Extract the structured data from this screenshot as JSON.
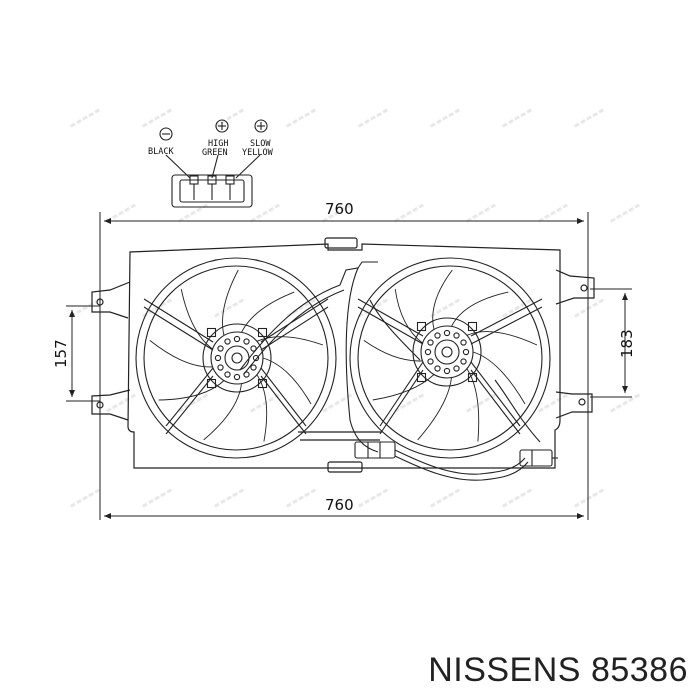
{
  "connector": {
    "pins": [
      {
        "symbol": "minus",
        "line1": "",
        "line2": "BLACK"
      },
      {
        "symbol": "plus",
        "line1": "HIGH",
        "line2": "GREEN"
      },
      {
        "symbol": "plus",
        "line1": "SLOW",
        "line2": "YELLOW"
      }
    ]
  },
  "dimensions": {
    "top_width": "760",
    "bottom_width": "760",
    "left_height": "157",
    "right_height": "183"
  },
  "caption": {
    "brand": "NISSENS",
    "part_number": "85386"
  },
  "colors": {
    "line": "#222222",
    "watermark": "#d6d6d6"
  }
}
